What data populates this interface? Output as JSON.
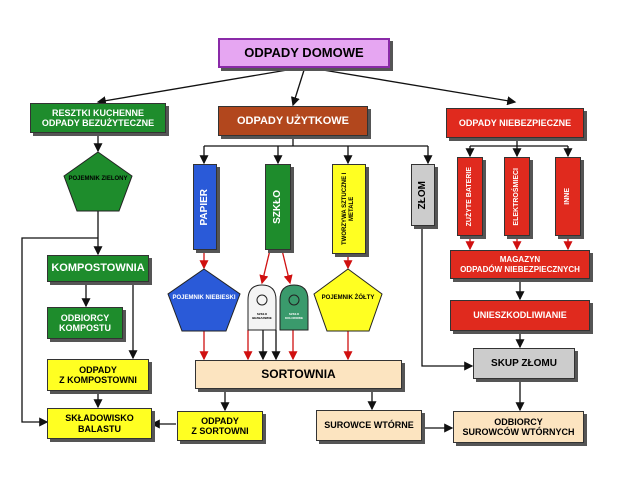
{
  "title": "ODPADY DOMOWE",
  "categories": {
    "kitchen": "RESZTKI KUCHENNE\nODPADY BEZUŻYTECZNE",
    "useful": "ODPADY UŻYTKOWE",
    "hazardous": "ODPADY NIEBEZPIECZNE"
  },
  "bins": {
    "green": "POJEMNIK ZIELONY",
    "blue": "POJEMNIK NIEBIESKI",
    "yellow": "POJEMNIK ŻÓŁTY",
    "glass_white": "SZKŁO BEZBARWNE",
    "glass_color": "SZKŁO KOLOROWE"
  },
  "materials": {
    "paper": "PAPIER",
    "glass": "SZKŁO",
    "plastic": "TWORZYWA SZTUCZNE I METALE",
    "scrap": "ZŁOM"
  },
  "hazard_items": {
    "batteries": "ZUŻYTE BATERIE",
    "electro": "ELEKTROŚMIECI",
    "other": "INNE"
  },
  "nodes": {
    "compost": "KOMPOSTOWNIA",
    "compost_recipients": "ODBIORCY KOMPOSTU",
    "compost_waste": "ODPADY\nZ KOMPOSTOWNI",
    "landfill": "SKŁADOWISKO\nBALASTU",
    "sorting": "SORTOWNIA",
    "sorting_waste": "ODPADY\nZ SORTOWNI",
    "secondary": "SUROWCE WTÓRNE",
    "secondary_recipients": "ODBIORCY\nSUROWCÓW WTÓRNYCH",
    "storage": "MAGAZYN\nODPADÓW NIEBEZPIECZNYCH",
    "neutralize": "UNIESZKODLIWIANIE",
    "scrap_buy": "SKUP ZŁOMU"
  },
  "colors": {
    "purple": "#e6a6f2",
    "green": "#1e8c2c",
    "brown": "#b2471d",
    "red": "#e02a1e",
    "blue": "#2a5ad8",
    "yellow": "#ffff22",
    "gray": "#cccccc",
    "peach": "#fce4c0"
  }
}
